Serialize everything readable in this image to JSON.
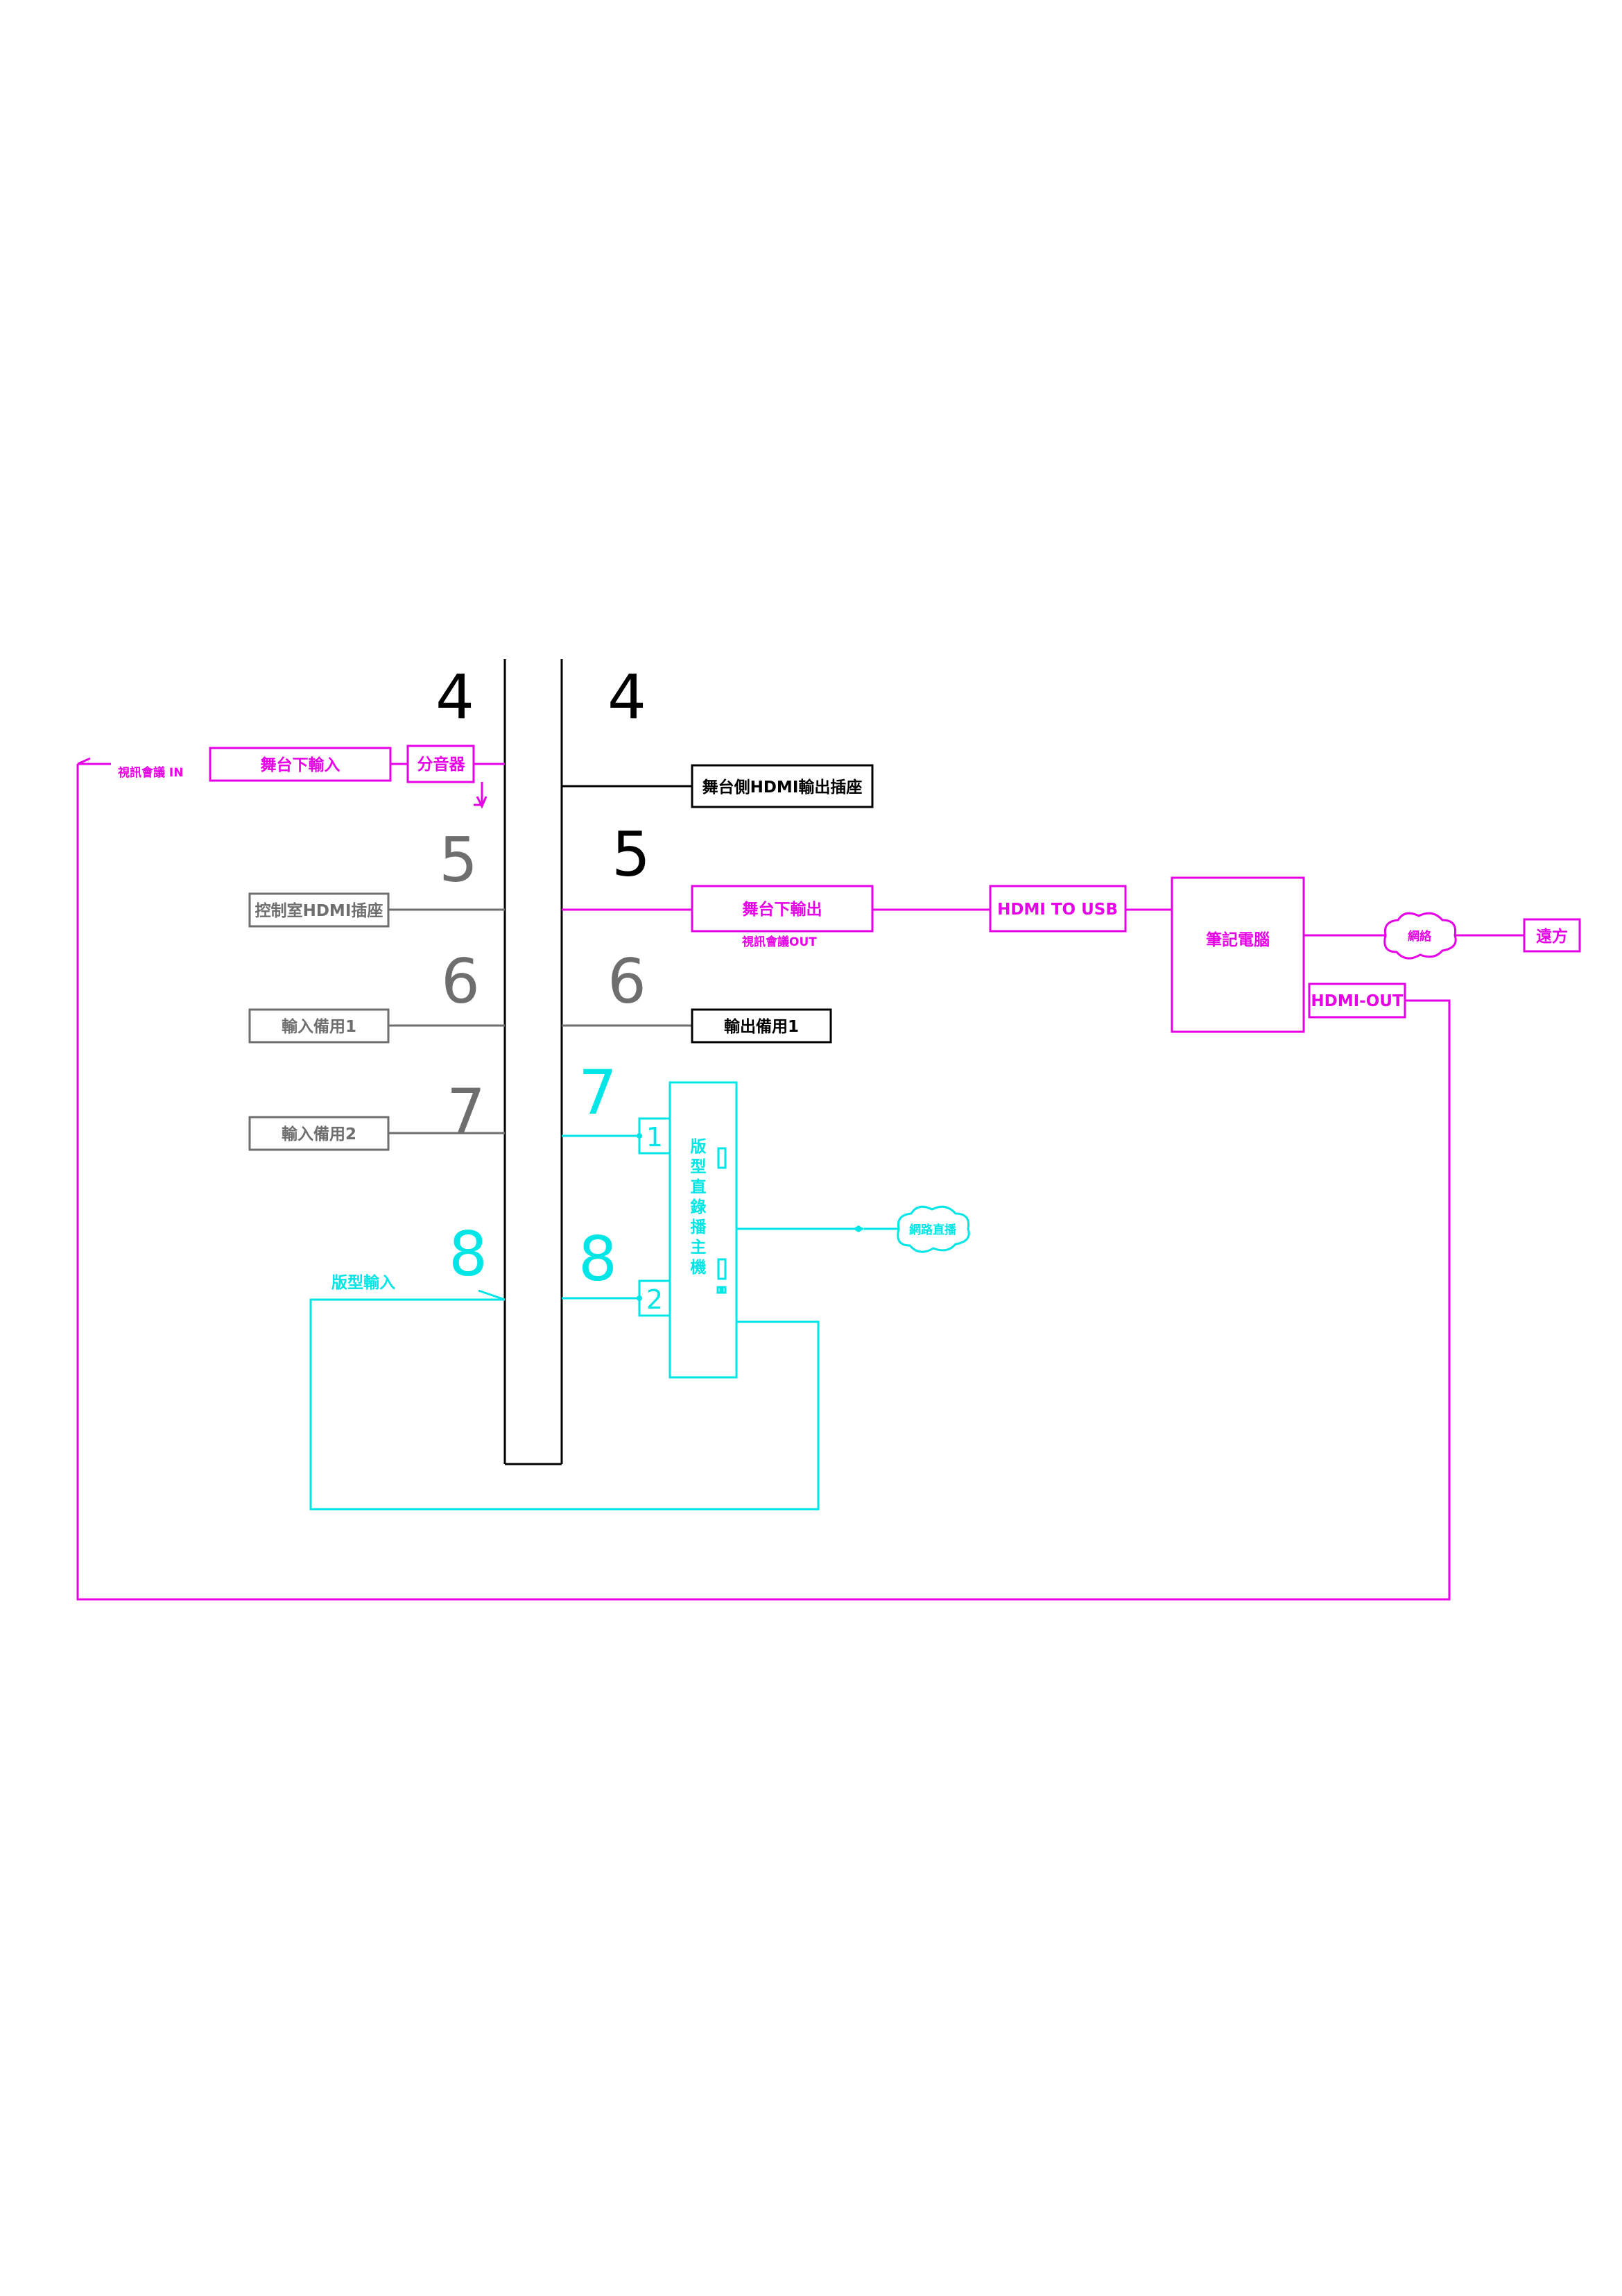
{
  "colors": {
    "magenta": "#e600e6",
    "cyan": "#00e5e5",
    "gray": "#6e6e6e",
    "black": "#000000"
  },
  "numbers": {
    "left_4": "4",
    "right_4": "4",
    "left_5": "5",
    "right_5": "5",
    "left_6": "6",
    "right_6": "6",
    "left_7": "7",
    "right_7": "7",
    "left_8": "8",
    "right_8": "8"
  },
  "boxes": {
    "stage_input": "舞台下輸入",
    "splitter": "分音器",
    "stage_side_hdmi_out": "舞台側HDMI輸出插座",
    "control_room_hdmi": "控制室HDMI插座",
    "stage_output": "舞台下輸出",
    "hdmi_to_usb": "HDMI TO USB",
    "laptop": "筆記電腦",
    "hdmi_out": "HDMI-OUT",
    "remote": "遠方",
    "input_spare_1": "輸入備用1",
    "output_spare_1": "輸出備用1",
    "input_spare_2": "輸入備用2",
    "streaming_host": "版型直錄播主機"
  },
  "labels": {
    "video_conf_in": "視訊會議 IN",
    "video_conf_out": "視訊會議OUT",
    "template_input": "版型輸入",
    "network": "網絡",
    "live_stream": "網路直播",
    "port_1": "1",
    "port_2": "2"
  }
}
